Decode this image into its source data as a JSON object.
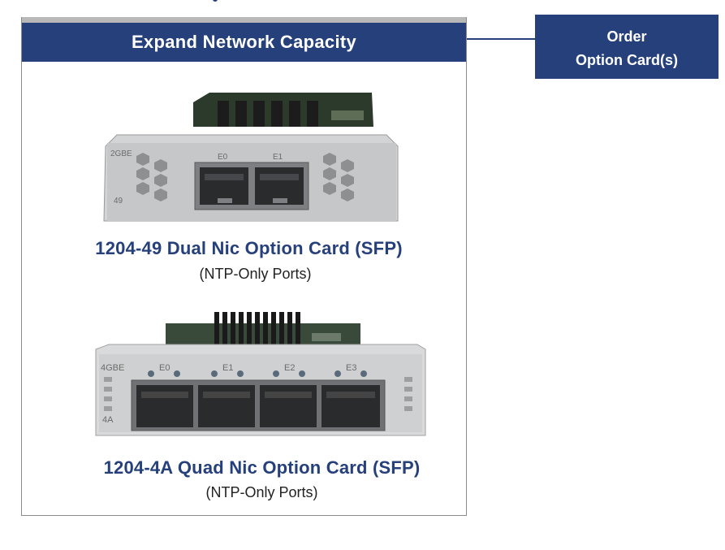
{
  "panel": {
    "header": "Expand Network Capacity"
  },
  "order_button": {
    "line1": "Order",
    "line2": "Option Card(s)"
  },
  "cards": [
    {
      "title": "1204-49 Dual Nic Option Card (SFP)",
      "subtitle": "(NTP-Only Ports)",
      "image_labels": {
        "model": "2GBE",
        "code": "49",
        "ports": [
          "E0",
          "E1"
        ]
      }
    },
    {
      "title": "1204-4A Quad Nic Option Card (SFP)",
      "subtitle": "(NTP-Only Ports)",
      "image_labels": {
        "model": "4GBE",
        "code": "4A",
        "ports": [
          "E0",
          "E1",
          "E2",
          "E3"
        ]
      }
    }
  ],
  "colors": {
    "brand_navy": "#25407a",
    "panel_border": "#8a8a8a",
    "topbar_gray": "#b8b8b8"
  }
}
